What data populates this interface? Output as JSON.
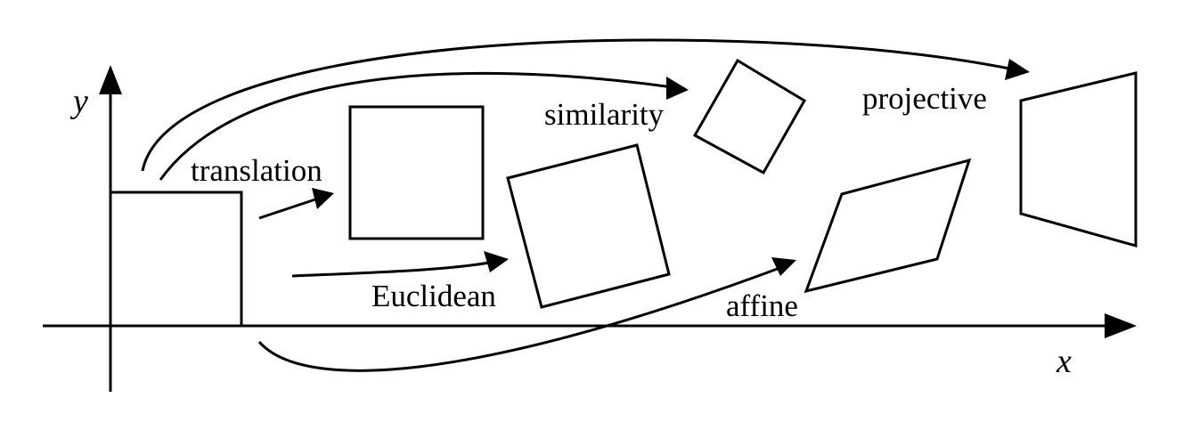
{
  "axes": {
    "x_label": "x",
    "y_label": "y"
  },
  "labels": {
    "translation": "translation",
    "euclidean": "Euclidean",
    "similarity": "similarity",
    "affine": "affine",
    "projective": "projective"
  },
  "colors": {
    "stroke": "#000000",
    "background": "#ffffff"
  }
}
